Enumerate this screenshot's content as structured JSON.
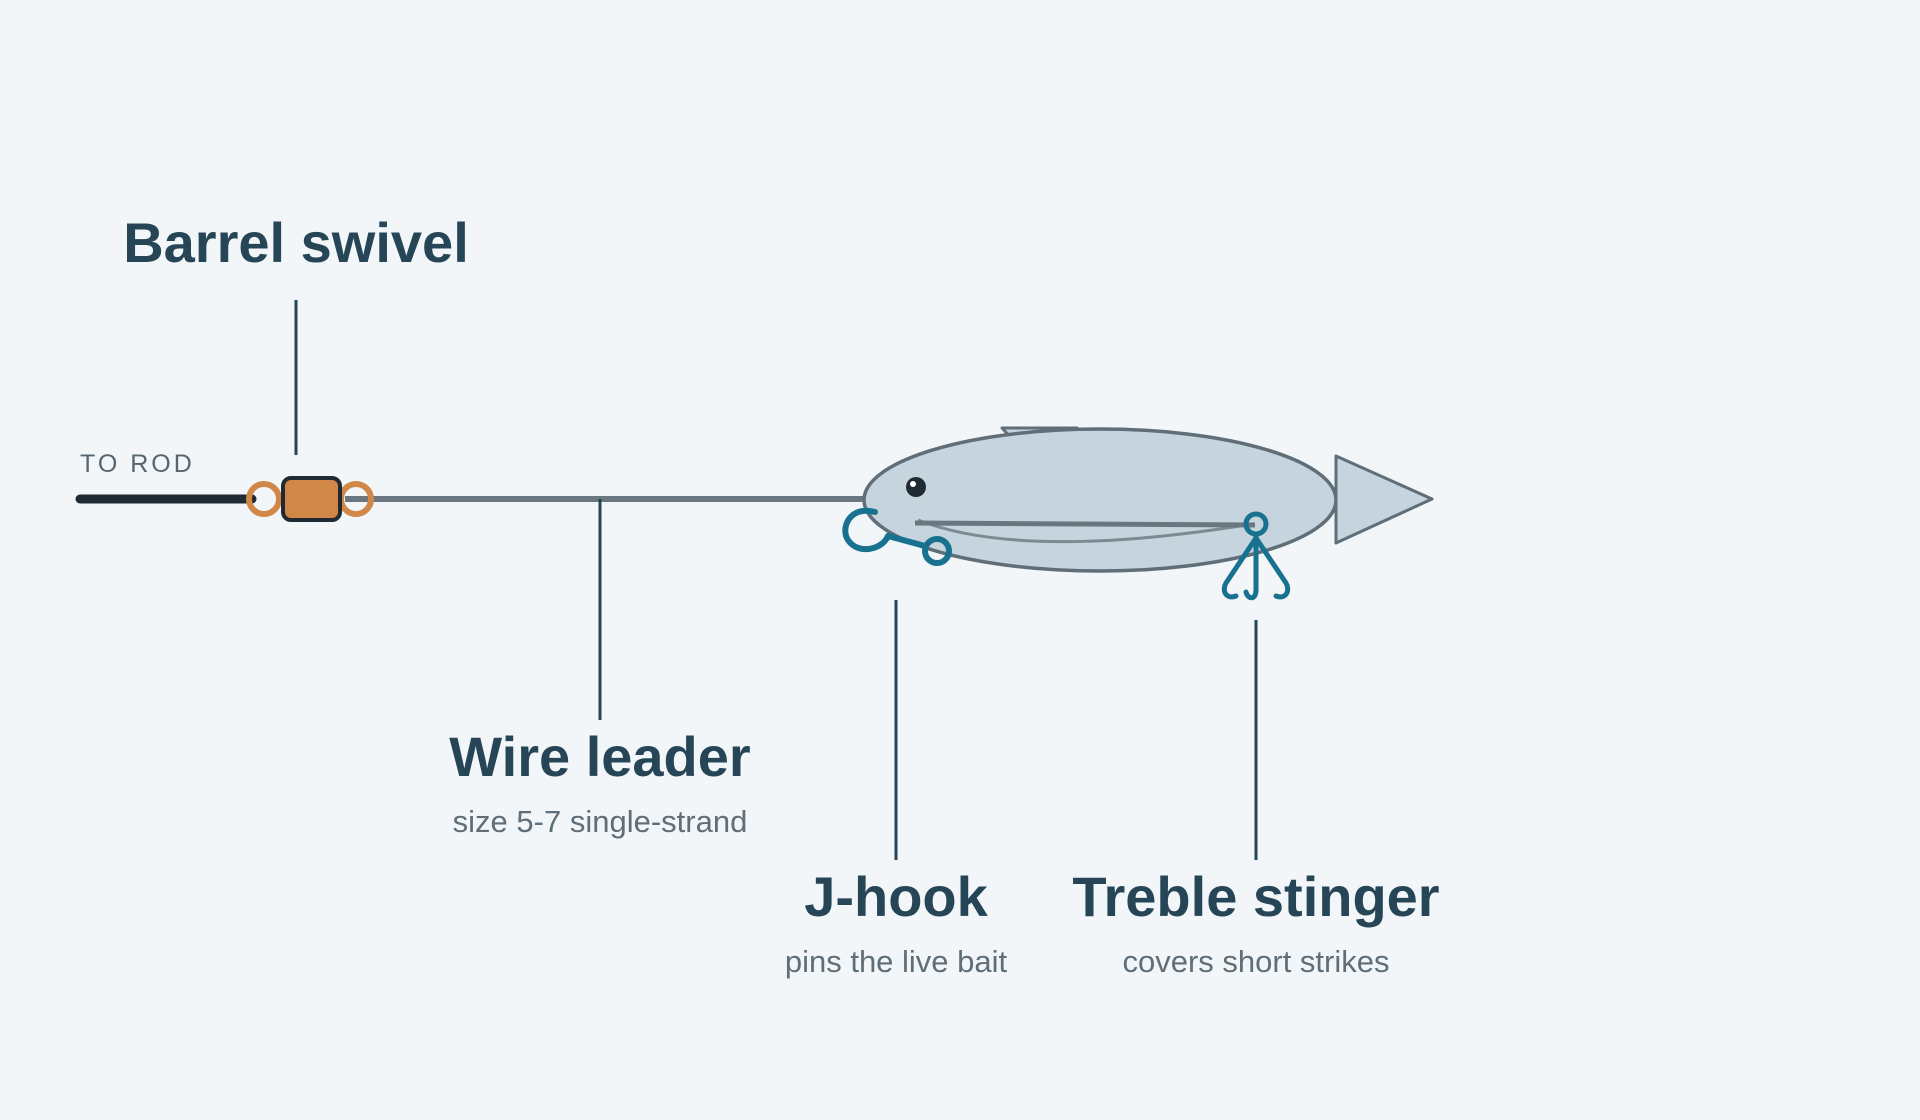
{
  "rod_tag": "TO ROD",
  "labels": {
    "swivel": {
      "title": "Barrel swivel"
    },
    "wire": {
      "title": "Wire leader",
      "sub": "size 5-7 single-strand"
    },
    "jhook": {
      "title": "J-hook",
      "sub": "pins the live bait"
    },
    "treble": {
      "title": "Treble stinger",
      "sub": "covers short strikes"
    }
  },
  "colors": {
    "background": "#f2f6f8",
    "text_dark": "#264556",
    "text_muted": "#5f6e78",
    "main_line": "#1f2a33",
    "leader_wire": "#6b7780",
    "swivel": "#d08748",
    "bait_fill": "#c5d4dd",
    "bait_outline": "#5f6e78",
    "hook": "#18728f"
  }
}
